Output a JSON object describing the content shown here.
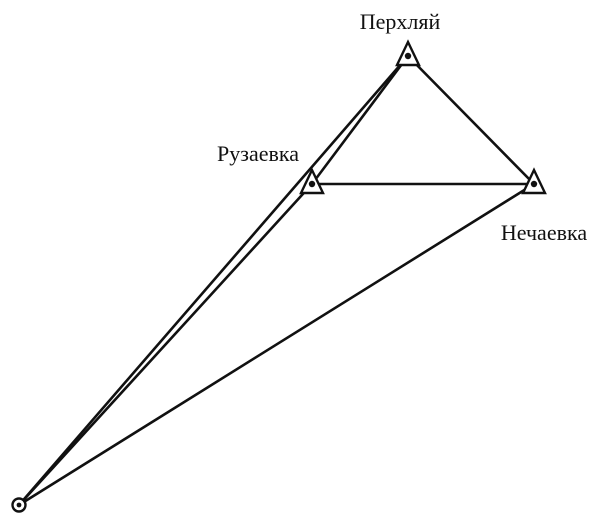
{
  "stations": {
    "perkhlyay": {
      "label": "Перхляй"
    },
    "ruzaevka": {
      "label": "Рузаевка"
    },
    "nechaevka": {
      "label": "Нечаевка"
    }
  },
  "colors": {
    "line": "#111111",
    "background": "#ffffff"
  }
}
